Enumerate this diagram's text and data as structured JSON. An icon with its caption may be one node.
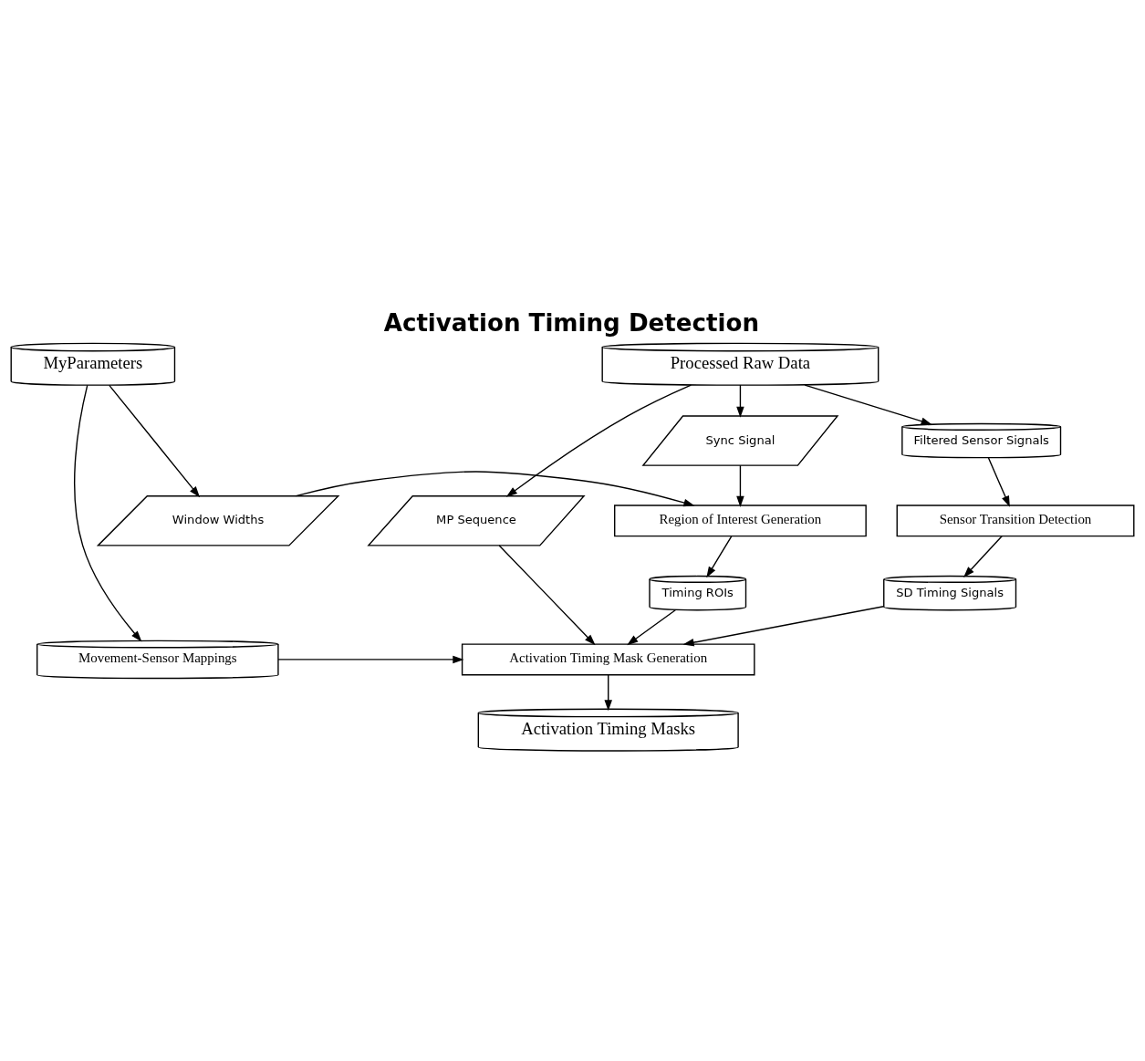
{
  "diagram": {
    "title": "Activation Timing Detection",
    "nodes": [
      {
        "text": [
          "Processed Raw Data"
        ]
      },
      {
        "text": [
          "MyParameters"
        ]
      },
      {
        "text": [
          "Filtered Sensor Signals"
        ]
      },
      {
        "text": [
          "MP Sequence"
        ]
      },
      {
        "text": [
          "Sync Signal"
        ]
      },
      {
        "text": [
          "Sensor Transition Detection"
        ]
      },
      {
        "text": [
          "Region of Interest Generation"
        ]
      },
      {
        "text": [
          "Window Widths"
        ]
      },
      {
        "text": [
          "SD Timing Signals"
        ]
      },
      {
        "text": [
          "Timing ROIs"
        ]
      },
      {
        "text": [
          "Activation Timing Mask Generation"
        ]
      },
      {
        "text": [
          "Movement-Sensor Mappings"
        ]
      },
      {
        "text": [
          "Activation Timing Masks"
        ]
      }
    ],
    "edges": [
      {
        "from": 0,
        "to": 2,
        "arrow": "to"
      },
      {
        "from": 0,
        "to": 3,
        "arrow": "to"
      },
      {
        "from": 0,
        "to": 4,
        "arrow": "to"
      },
      {
        "from": 1,
        "to": 7,
        "arrow": "to"
      },
      {
        "from": 1,
        "to": 11,
        "arrow": "to"
      },
      {
        "from": 2,
        "to": 5,
        "arrow": "to"
      },
      {
        "from": 4,
        "to": 6,
        "arrow": "to"
      },
      {
        "from": 7,
        "to": 6,
        "arrow": "to"
      },
      {
        "from": 5,
        "to": 8,
        "arrow": "to"
      },
      {
        "from": 6,
        "to": 9,
        "arrow": "to"
      },
      {
        "from": 8,
        "to": 10,
        "arrow": "to"
      },
      {
        "from": 3,
        "to": 10,
        "arrow": "to"
      },
      {
        "from": 9,
        "to": 10,
        "arrow": "to"
      },
      {
        "from": 11,
        "to": 10,
        "arrow": "to"
      },
      {
        "from": 10,
        "to": 12,
        "arrow": "to"
      }
    ]
  }
}
